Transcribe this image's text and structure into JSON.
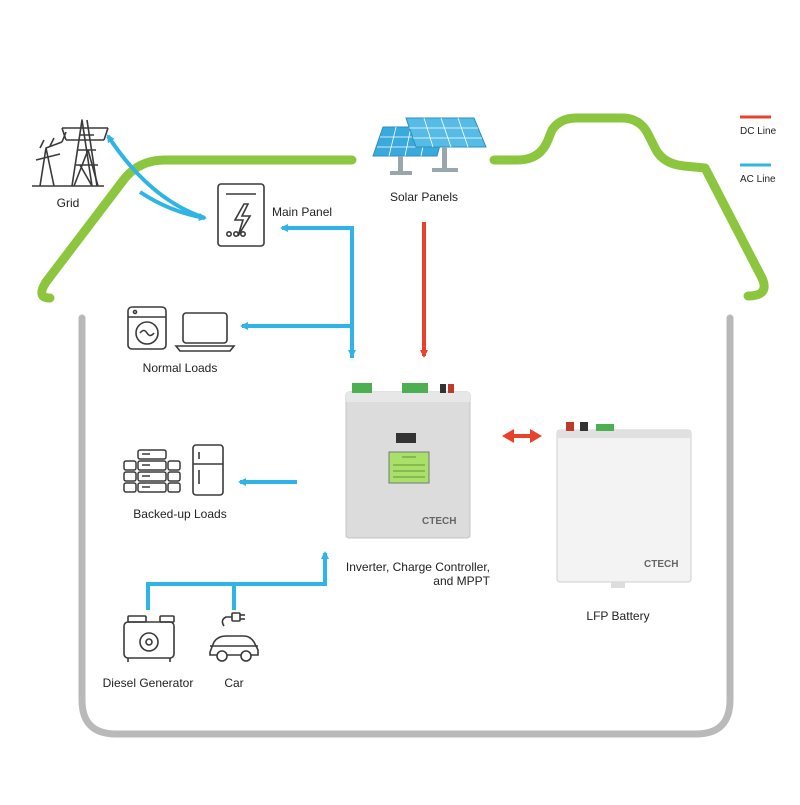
{
  "legend": {
    "dc": {
      "label": "DC Line",
      "color": "#e8412c"
    },
    "ac": {
      "label": "AC Line",
      "color": "#2fb4e8"
    }
  },
  "colors": {
    "roof": "#8cc63f",
    "walls": "#b9b9b9",
    "icon_stroke": "#3a3a3a",
    "device_body": "#dcdcdc",
    "terminal_green": "#4caf50",
    "lcd_green": "#a8e06a"
  },
  "nodes": {
    "grid": {
      "label": "Grid",
      "icon": "transmission-tower-icon"
    },
    "solar": {
      "label": "Solar Panels",
      "icon": "solar-panel-icon"
    },
    "main_panel": {
      "label": "Main Panel",
      "icon": "electrical-panel-icon"
    },
    "normal_loads": {
      "label": "Normal Loads",
      "icons": [
        "washing-machine-icon",
        "laptop-icon"
      ]
    },
    "backed_loads": {
      "label": "Backed-up Loads",
      "icons": [
        "server-rack-icon",
        "refrigerator-icon"
      ]
    },
    "inverter": {
      "label_lines": [
        "Inverter, Charge Controller,",
        "and MPPT"
      ],
      "brand": "CTECH",
      "icon": "inverter-device"
    },
    "battery": {
      "label": "LFP Battery",
      "brand": "CTECH",
      "icon": "battery-device"
    },
    "generator": {
      "label": "Diesel Generator",
      "icon": "generator-icon"
    },
    "car": {
      "label": "Car",
      "icon": "electric-car-icon"
    }
  }
}
